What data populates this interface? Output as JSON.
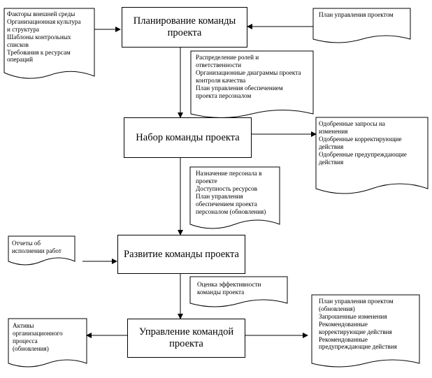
{
  "processes": [
    {
      "id": "planning",
      "label": "Планирование команды проекта"
    },
    {
      "id": "acquire",
      "label": "Набор команды проекта"
    },
    {
      "id": "develop",
      "label": "Развитие команды проекта"
    },
    {
      "id": "manage",
      "label": "Управление командой проекта"
    }
  ],
  "documents": {
    "env_factors": [
      "Факторы внешней среды",
      "Организационная культура",
      "и структура",
      "Шаблоны контрольных",
      "списков",
      "Требования к ресурсам",
      "операций"
    ],
    "project_plan": [
      "План управления проектом"
    ],
    "roles": [
      "Распределение ролей и",
      "ответственности",
      "Организационные диаграммы проекта",
      "контроля качества",
      "План управления обеспечением",
      "проекта персоналом"
    ],
    "approved": [
      "Одобренные запросы на",
      "изменения",
      "Одобренные корректирующие",
      "действия",
      "Одобренные предупреждающие",
      "действия"
    ],
    "assignment": [
      "Назначение персонала в",
      "проекте",
      "Доступность ресурсов",
      "План управления",
      "обеспечением проекта",
      "персоналом (обновления)"
    ],
    "work_reports": [
      "Отчеты об",
      "исполнении работ"
    ],
    "effectiveness": [
      "Оценка эффективности",
      "команды проекта"
    ],
    "org_assets": [
      "Активы",
      "организационного",
      "процесса",
      "(обновления)"
    ],
    "outputs": [
      "План управления проектом",
      "(обновления)",
      "Запрошенные изменения",
      "Рекомендованные",
      "корректирующие действия",
      "Рекомендованные",
      "предупреждающие действия"
    ]
  }
}
